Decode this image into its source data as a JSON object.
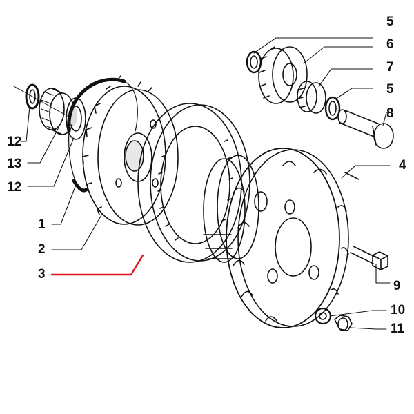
{
  "callouts": {
    "c1": "1",
    "c2": "2",
    "c3": "3",
    "c4": "4",
    "c5a": "5",
    "c5b": "5",
    "c6": "6",
    "c7": "7",
    "c8": "8",
    "c9": "9",
    "c10": "10",
    "c11": "11",
    "c12a": "12",
    "c12b": "12",
    "c13": "13"
  },
  "colors": {
    "line": "#111111",
    "highlight_leader": "#e0141e",
    "background": "#ffffff"
  }
}
